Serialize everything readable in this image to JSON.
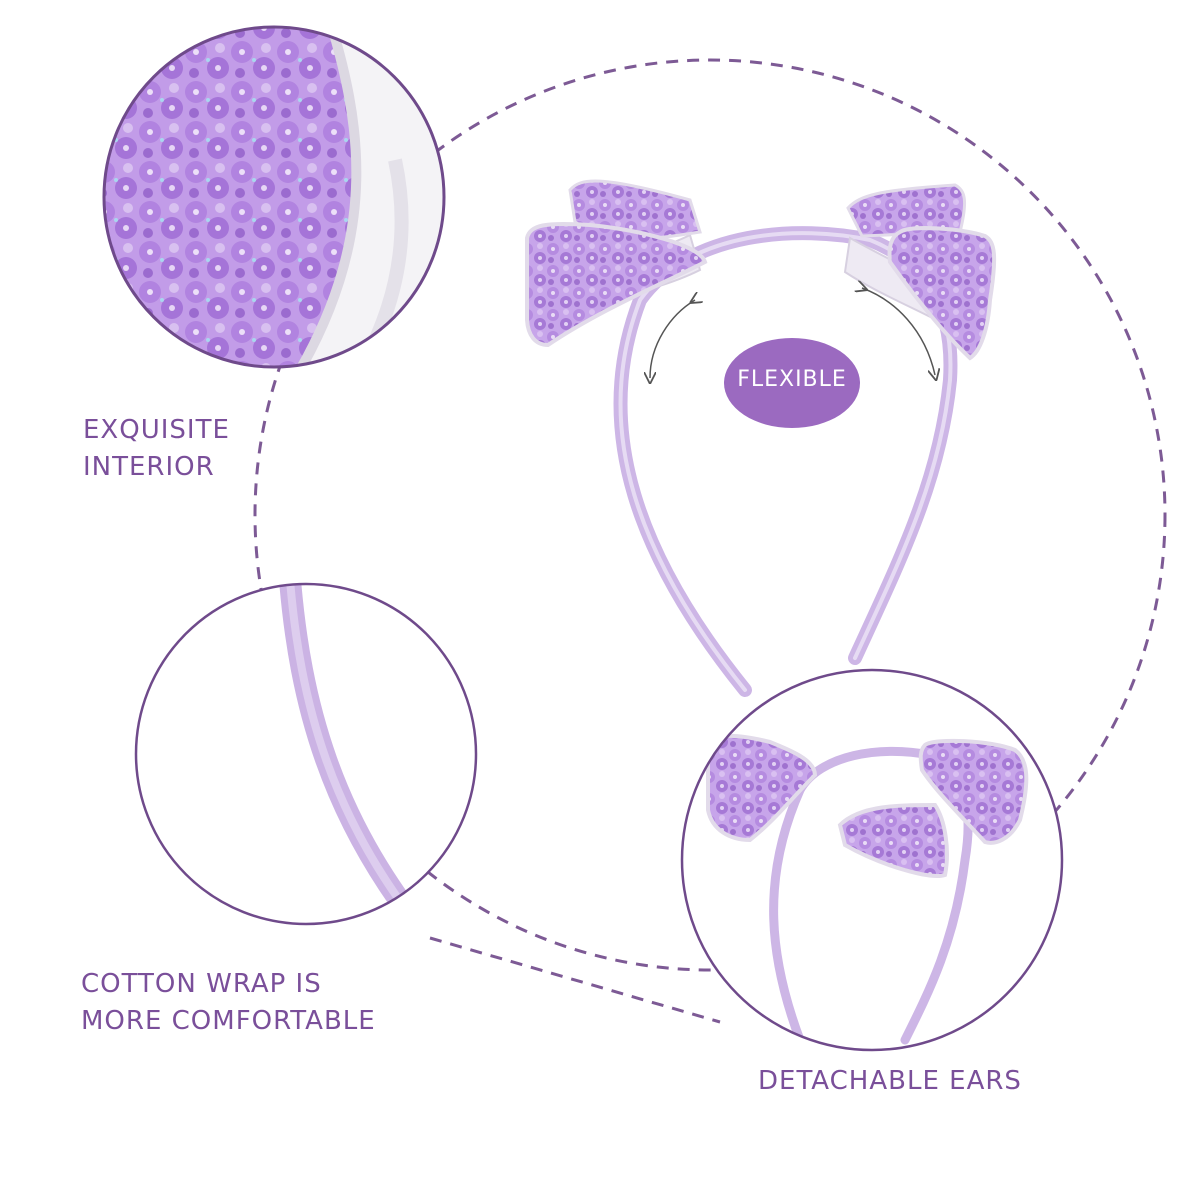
{
  "labels": {
    "interior": [
      "EXQUISITE",
      "INTERIOR"
    ],
    "cotton": [
      "COTTON WRAP IS",
      "MORE COMFORTABLE"
    ],
    "ears": "DETACHABLE EARS",
    "flexible": "FLEXIBLE"
  },
  "colors": {
    "accent": "#7a4f9a",
    "circle_stroke": "#6f4a8b",
    "dash": "#7d5a95",
    "badge": "#9b6ac0",
    "sequin": "#b58be0",
    "sequin_dark": "#8f63c2",
    "band": "#cdb6e6"
  },
  "icons": [
    "curved-arrow-icon"
  ]
}
